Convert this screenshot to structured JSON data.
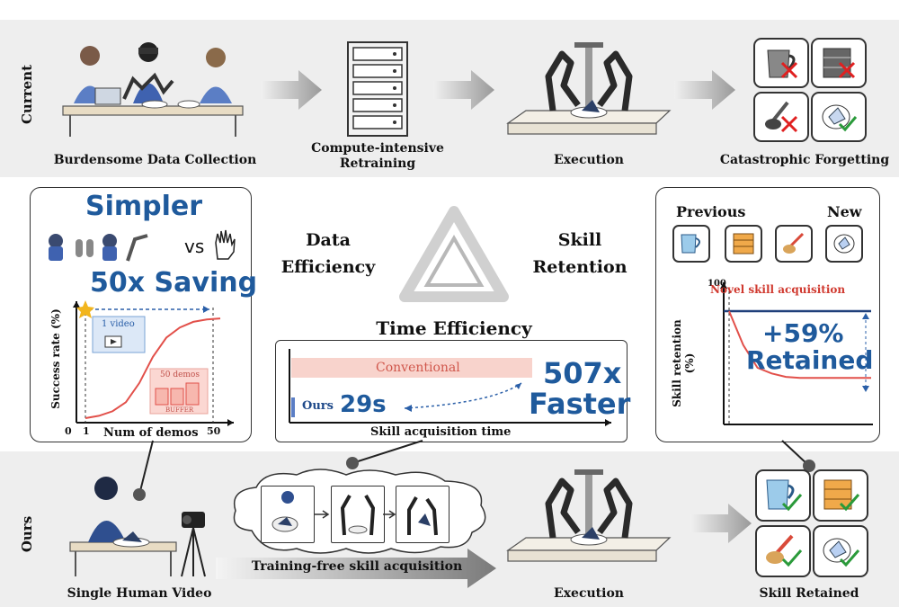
{
  "rows": {
    "current_label": "Current",
    "ours_label": "Ours"
  },
  "current_row": {
    "data_collection": "Burdensome Data Collection",
    "retraining_line1": "Compute-intensive",
    "retraining_line2": "Retraining",
    "execution": "Execution",
    "forgetting": "Catastrophic Forgetting"
  },
  "simpler_panel": {
    "title": "Simpler",
    "vs": "vs",
    "saving": "50x Saving",
    "ylabel": "Success rate (%)",
    "xlabel": "Num of demos",
    "x_ticks": [
      "0",
      "1",
      "50"
    ],
    "video_label": "1 video",
    "demo_label": "50 demos",
    "buffer_label": "BUFFER"
  },
  "center": {
    "data_eff_line1": "Data",
    "data_eff_line2": "Efficiency",
    "skill_ret_line1": "Skill",
    "skill_ret_line2": "Retention",
    "time_title": "Time Efficiency"
  },
  "time_panel": {
    "conventional": "Conventional",
    "ours": "Ours",
    "ours_time": "29s",
    "speedup_line1": "507x",
    "speedup_line2": "Faster",
    "xlabel": "Skill acquisition time"
  },
  "retention_panel": {
    "previous": "Previous",
    "new": "New",
    "ylabel": "Skill retention (%)",
    "y_top": "100",
    "novel_label": "Novel skill acquisition",
    "retained_line1": "+59%",
    "retained_line2": "Retained"
  },
  "ours_row": {
    "single_video": "Single Human Video",
    "training_free": "Training-free skill acquisition",
    "execution": "Execution",
    "retained": "Skill Retained"
  },
  "chart_data": [
    {
      "type": "line",
      "title": "",
      "xlabel": "Num of demos",
      "ylabel": "Success rate (%)",
      "x_ticks": [
        "0",
        "1",
        "50"
      ],
      "series": [
        {
          "x": [
            0,
            5,
            10,
            15,
            20,
            25,
            30,
            35,
            40,
            45,
            50
          ],
          "y": [
            4,
            6,
            10,
            18,
            35,
            58,
            75,
            84,
            89,
            91,
            92
          ]
        }
      ],
      "annotations": [
        "1 video",
        "50 demos",
        "BUFFER",
        "50x Saving"
      ]
    },
    {
      "type": "line",
      "title": "",
      "xlabel": "",
      "ylabel": "Skill retention (%)",
      "y_ticks": [
        "100"
      ],
      "series": [
        {
          "x": [
            0,
            1,
            2,
            3,
            4,
            5,
            6,
            7,
            8,
            9,
            10
          ],
          "y": [
            100,
            100,
            100,
            100,
            100,
            100,
            100,
            100,
            100,
            100,
            100
          ]
        },
        {
          "x": [
            0,
            1,
            2,
            3,
            4,
            5,
            6,
            7,
            8,
            9,
            10
          ],
          "y": [
            100,
            70,
            50,
            45,
            42,
            41,
            41,
            41,
            41,
            41,
            41
          ]
        }
      ],
      "annotations": [
        "Novel skill acquisition",
        "+59%",
        "Retained"
      ]
    }
  ]
}
